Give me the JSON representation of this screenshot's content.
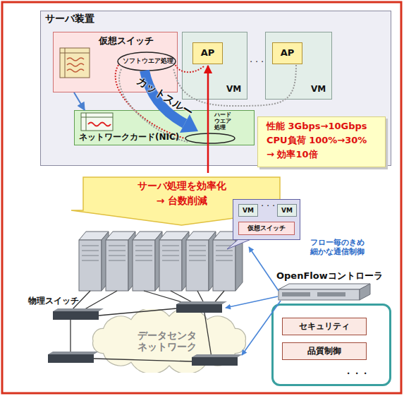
{
  "diagram": {
    "nodes": [
      {
        "text": [
          "サーバ装置"
        ]
      },
      {
        "text": [
          "仮想スイッチ",
          "ソフトウエア処理"
        ],
        "in": 0
      },
      {
        "text": [
          "VM"
        ],
        "in": 0
      },
      {
        "text": [
          "AP"
        ],
        "in": 2
      },
      {
        "text": [
          "VM"
        ],
        "in": 0
      },
      {
        "text": [
          "AP"
        ],
        "in": 4
      },
      {
        "text": [
          "ネットワークカード(NIC)",
          "ハードウエア処理"
        ],
        "in": 0
      },
      {
        "text": [
          "性能 3Gbps→10Gbps",
          "CPU負荷 100%→30%",
          "→ 効率10倍"
        ]
      },
      {
        "text": [
          "サーバ処理を効率化",
          "→ 台数削減"
        ]
      },
      {
        "text": [
          "・・・"
        ]
      },
      {
        "text": [
          "VM"
        ],
        "in": 9
      },
      {
        "text": [
          "VM"
        ],
        "in": 9
      },
      {
        "text": [
          "仮想スイッチ"
        ],
        "in": 9
      },
      {
        "text": [
          "・・・"
        ]
      },
      {
        "text": [
          "セキュリティ"
        ],
        "in": 13
      },
      {
        "text": [
          "品質制御"
        ],
        "in": 13
      },
      {
        "text": [
          "データセンタ ネットワーク"
        ]
      }
    ],
    "edges": [
      {
        "from": 1,
        "to": 6,
        "arrow": "to"
      }
    ],
    "labels": [
      "カットスルー",
      "・・・",
      "フロー毎のきめ 細かな通信制御",
      "OpenFlowコントローラ",
      "物理スイッチ"
    ]
  }
}
